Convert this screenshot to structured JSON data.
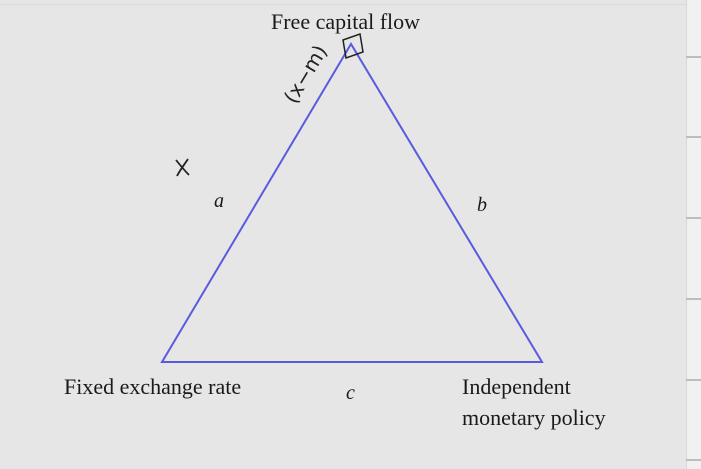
{
  "diagram": {
    "nodes": {
      "top": "Free capital flow",
      "left": "Fixed exchange rate",
      "right_line1": "Independent",
      "right_line2": "monetary policy"
    },
    "edges": {
      "left": "a",
      "right": "b",
      "bottom": "c"
    },
    "annotations": {
      "handwritten_expr": "(x−m)",
      "cross_mark": "×"
    },
    "colors": {
      "triangle_stroke": "#5a5ae0",
      "ink": "#1a1a1a",
      "background": "#e6e6e6"
    }
  }
}
